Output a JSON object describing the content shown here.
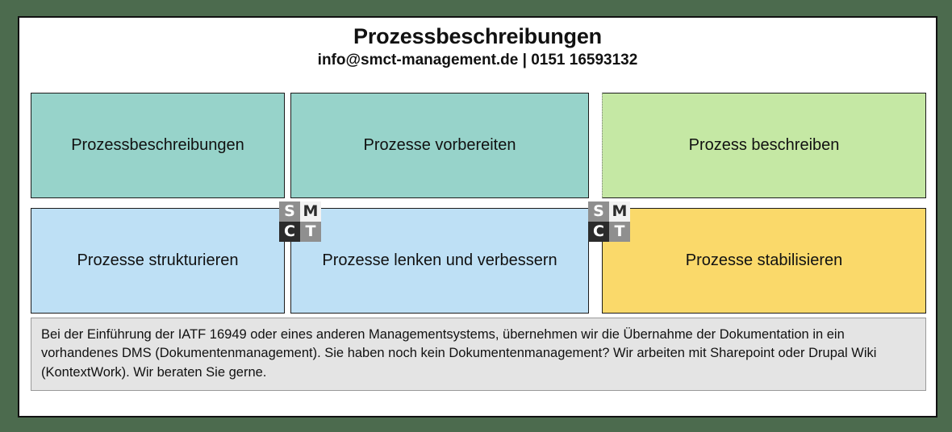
{
  "header": {
    "title": "Prozessbeschreibungen",
    "subtitle": "info@smct-management.de | 0151 16593132"
  },
  "grid": {
    "rows": [
      {
        "tiles": [
          {
            "label": "Prozessbeschreibungen",
            "color": "#97d3ca"
          },
          {
            "label": "Prozesse vorbereiten",
            "color": "#97d3ca"
          },
          {
            "label": "Prozess beschreiben",
            "color": "#c5e8a4"
          }
        ]
      },
      {
        "tiles": [
          {
            "label": "Prozesse strukturieren",
            "color": "#bee0f5"
          },
          {
            "label": "Prozesse lenken und verbessern",
            "color": "#bee0f5"
          },
          {
            "label": "Prozesse stabilisieren",
            "color": "#fad96a"
          }
        ]
      }
    ]
  },
  "watermarks": [
    {
      "letters": [
        "S",
        "M",
        "C",
        "T"
      ]
    },
    {
      "letters": [
        "S",
        "M",
        "C",
        "T"
      ]
    }
  ],
  "footer": {
    "note": "Bei der Einführung der IATF 16949 oder eines anderen Managementsystems, übernehmen wir die Übernahme der Dokumentation in ein vorhandenes DMS (Dokumentenmanagement). Sie haben noch kein Dokumentenmanagement? Wir arbeiten mit Sharepoint oder Drupal Wiki (KontextWork). Wir beraten Sie gerne."
  },
  "colors": {
    "page_background": "#4c6b4e",
    "card_background": "#ffffff",
    "border": "#111111",
    "teal": "#97d3ca",
    "green": "#c5e8a4",
    "blue": "#bee0f5",
    "yellow": "#fad96a",
    "note_background": "#e4e4e4"
  }
}
